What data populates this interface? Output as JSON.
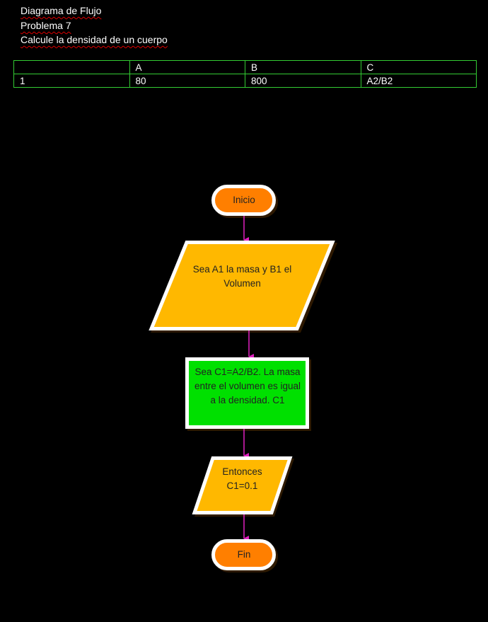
{
  "header": {
    "title": "Diagrama de Flujo",
    "problem": "Problema 7",
    "statement": "Calcule la densidad de un cuerpo"
  },
  "table": {
    "headers": [
      "",
      "A",
      "B",
      "C"
    ],
    "rows": [
      [
        "1",
        "80",
        "800",
        "A2/B2"
      ]
    ]
  },
  "flowchart": {
    "start": "Inicio",
    "input": "Sea A1 la masa y B1 el Volumen",
    "process": "Sea C1=A2/B2. La masa entre el volumen es igual a la densidad. C1",
    "output": "Entonces C1=0.1",
    "end": "Fin"
  },
  "colors": {
    "terminal": "#ff7f00",
    "io": "#ffb800",
    "process": "#00e000",
    "arrow": "#e020c0",
    "table_border": "#33cc33"
  }
}
